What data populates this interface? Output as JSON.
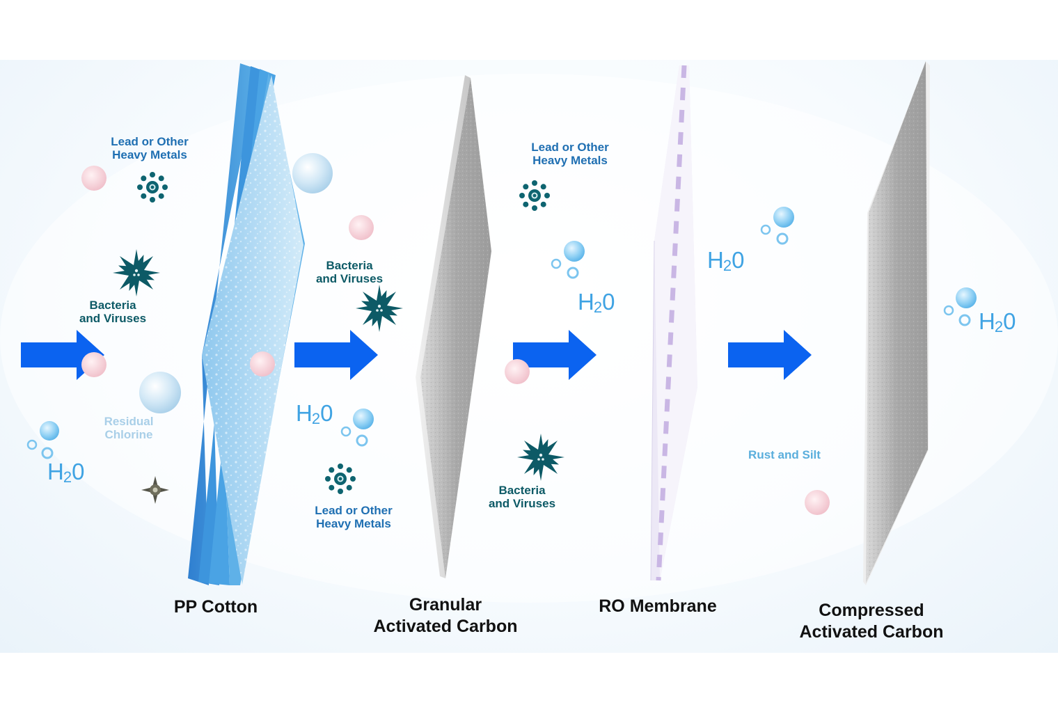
{
  "colors": {
    "arrow": "#0b63f0",
    "pp_cotton_blue": "#3a8fd8",
    "carbon_gray": "#a9a9a9",
    "membrane_lilac": "#c9b6e4",
    "h2o_text": "#3fa3e3",
    "metal_text": "#1f6fb2",
    "bacteria_text": "#0d5a66",
    "contaminant_pink": "#f2c6cf"
  },
  "stages": [
    {
      "name_lines": [
        "PP Cotton"
      ],
      "icon": "pp-cotton-filter-layer"
    },
    {
      "name_lines": [
        "Granular",
        "Activated Carbon"
      ],
      "icon": "granular-carbon-filter-layer"
    },
    {
      "name_lines": [
        "RO Membrane"
      ],
      "icon": "ro-membrane-filter-layer"
    },
    {
      "name_lines": [
        "Compressed",
        "Activated Carbon"
      ],
      "icon": "compressed-carbon-filter-layer"
    }
  ],
  "labels": {
    "metals_1": [
      "Lead or Other",
      "Heavy Metals"
    ],
    "bacteria_1": [
      "Bacteria",
      "and Viruses"
    ],
    "chlorine": [
      "Residual",
      "Chlorine"
    ],
    "bacteria_2": [
      "Bacteria",
      "and Viruses"
    ],
    "metals_2": [
      "Lead or Other",
      "Heavy Metals"
    ],
    "metals_3": [
      "Lead or Other",
      "Heavy Metals"
    ],
    "bacteria_3": [
      "Bacteria",
      "and Viruses"
    ],
    "rust": [
      "Rust and Silt"
    ]
  },
  "h2o": {
    "main": "H",
    "sub": "2",
    "end": "0"
  },
  "icons": [
    "heavy-metal-molecule-icon",
    "bacteria-virus-icon",
    "chlorine-particle-icon",
    "contaminant-bubble-icon",
    "water-bubbles-icon",
    "flow-arrow-icon"
  ]
}
